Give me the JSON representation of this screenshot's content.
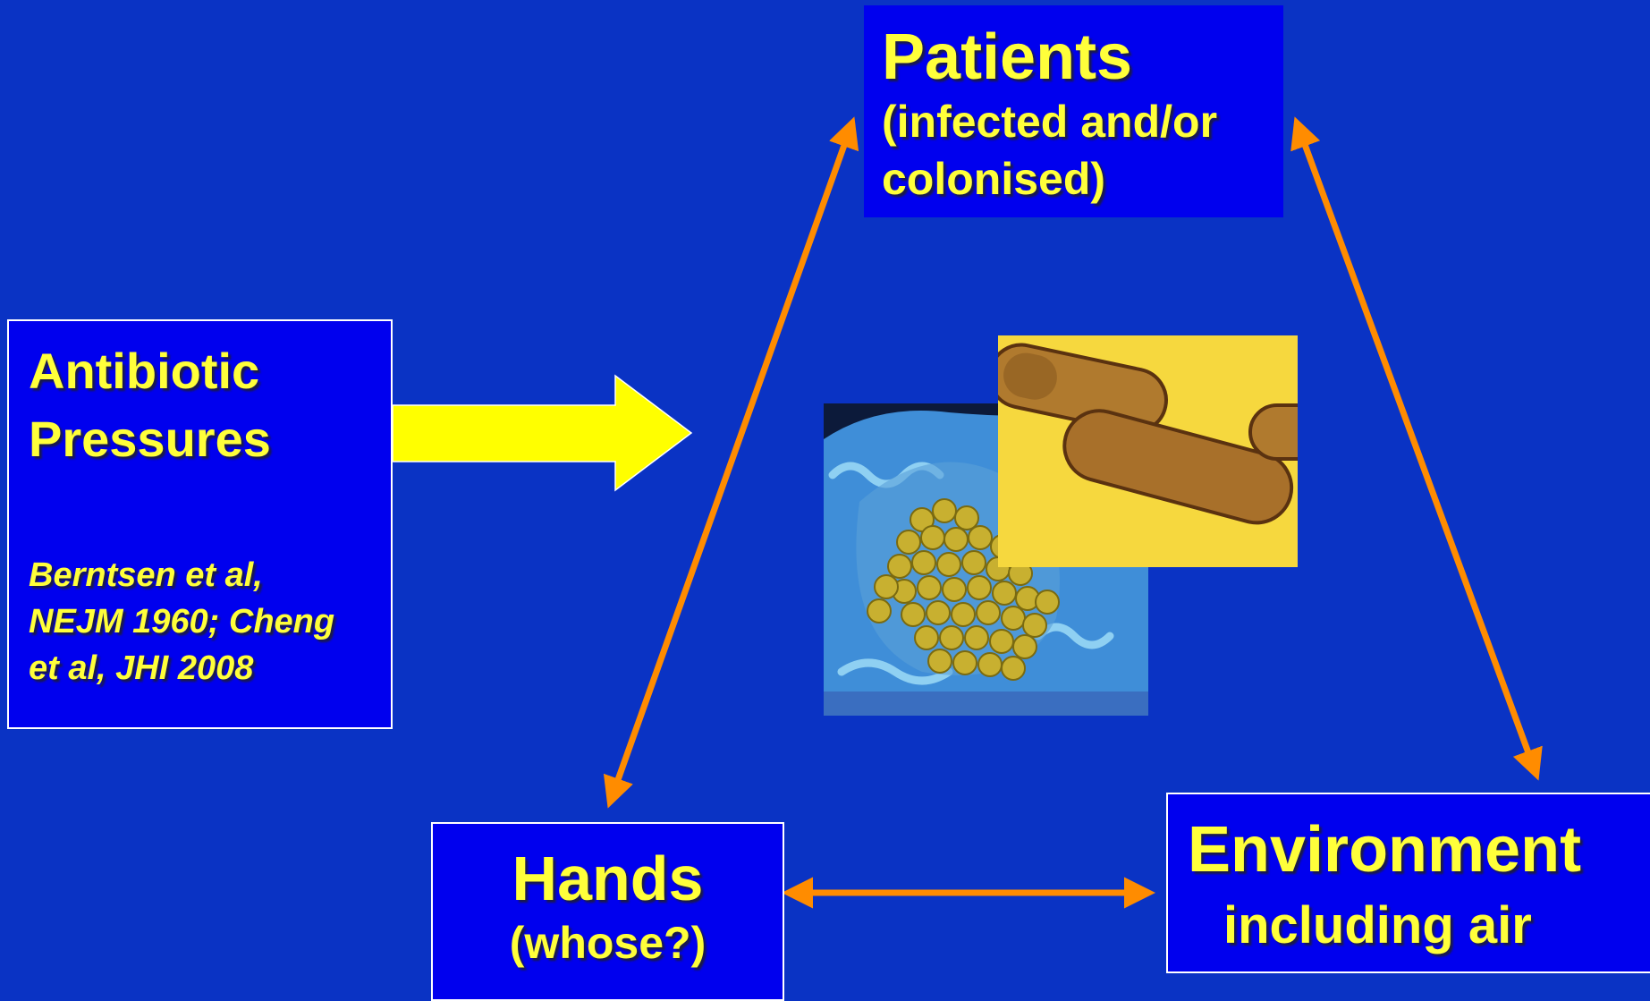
{
  "nodes": {
    "patients": {
      "title": "Patients",
      "subtitle_line1": "(infected and/or",
      "subtitle_line2": "colonised)"
    },
    "antibiotic": {
      "title_line1": "Antibiotic",
      "title_line2": "Pressures",
      "citation_line1": "Berntsen et al,",
      "citation_line2": "NEJM 1960; Cheng",
      "citation_line3": "et al, JHI 2008"
    },
    "hands": {
      "title": "Hands",
      "subtitle": "(whose?)"
    },
    "environment": {
      "title": "Environment",
      "subtitle": "including air"
    }
  },
  "colors": {
    "background": "#0a33c4",
    "box_fill": "#0000ee",
    "text": "#ffff3a",
    "arrow_orange": "#ff8c00",
    "block_arrow_yellow": "#ffff00"
  },
  "images": {
    "micrograph_cocci": "electron-micrograph-cocci-cluster",
    "micrograph_rods": "micrograph-rod-bacteria"
  }
}
